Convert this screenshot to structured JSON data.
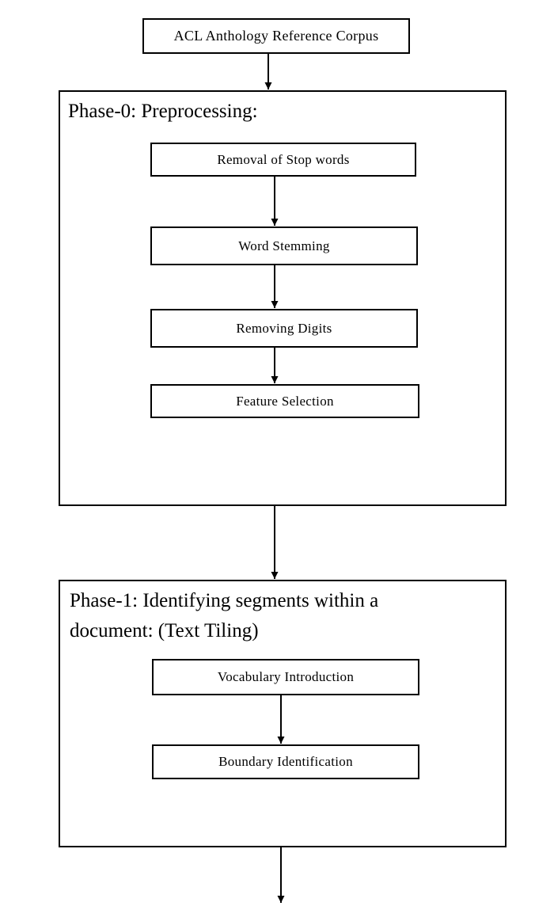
{
  "diagram": {
    "source": "ACL Anthology Reference Corpus",
    "phase0": {
      "title": "Phase-0: Preprocessing:",
      "steps": [
        "Removal of Stop words",
        "Word Stemming",
        "Removing Digits",
        "Feature Selection"
      ]
    },
    "phase1": {
      "title_line1": "Phase-1: Identifying segments within a",
      "title_line2": "document: (Text Tiling)",
      "steps": [
        "Vocabulary Introduction",
        "Boundary Identification"
      ]
    }
  }
}
